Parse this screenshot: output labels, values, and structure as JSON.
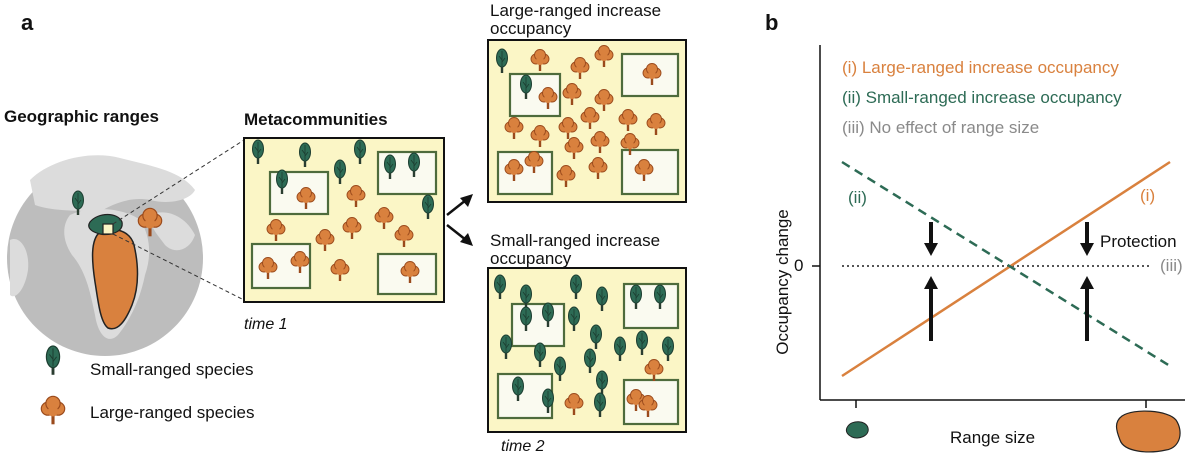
{
  "panel_a": {
    "label": "a",
    "geo_title": "Geographic ranges",
    "meta_title": "Metacommunities",
    "time1": "time 1",
    "time2": "time 2",
    "legend": {
      "small": "Small-ranged species",
      "large": "Large-ranged species"
    },
    "scenario_large": "Large-ranged increase occupancy",
    "scenario_small": "Small-ranged increase occupancy"
  },
  "panel_b": {
    "label": "b",
    "legend": [
      {
        "text": "(i) Large-ranged increase occupancy",
        "color": "#d9813e"
      },
      {
        "text": "(ii) Small-ranged increase occupancy",
        "color": "#2d6b55"
      },
      {
        "text": "(iii) No effect of range size",
        "color": "#8a8a8a"
      }
    ],
    "ylabel": "Occupancy change",
    "xlabel": "Range size",
    "zero_label": "0",
    "line_i_label": "(i)",
    "line_ii_label": "(ii)",
    "line_iii_label": "(iii)",
    "protection_label": "Protection"
  },
  "colors": {
    "orange": "#d9813e",
    "green": "#2d6b55",
    "sand": "#fbf6c6",
    "globe_land": "#d9d9d9",
    "globe_sea": "#b9b9b9",
    "reserve_fill": "#fafaf0",
    "reserve_border": "#4e6b3c"
  }
}
